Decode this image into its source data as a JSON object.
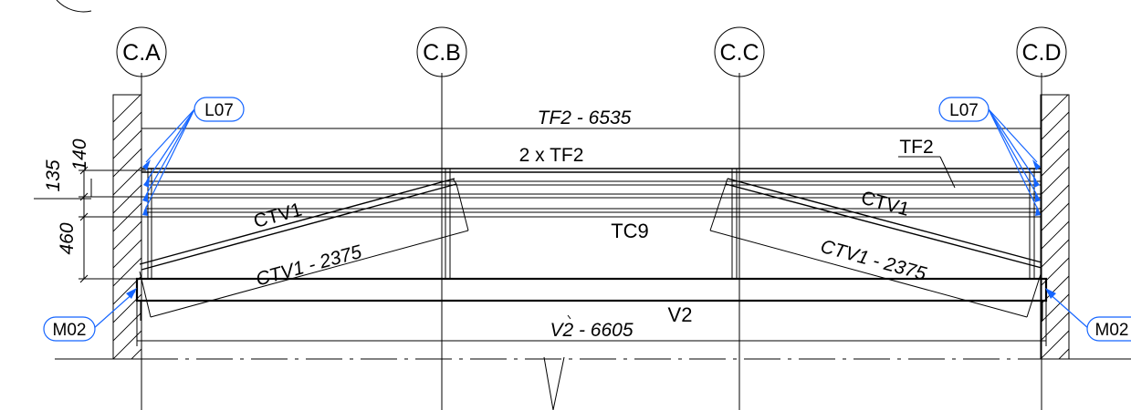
{
  "axes": [
    "C.A",
    "C.B",
    "C.C",
    "C.D"
  ],
  "labels": {
    "tf2_dim": "TF2  -  6535",
    "tf2_pair": "2 x TF2",
    "tf2_right": "TF2",
    "tc9": "TC9",
    "ctv1_left": "CTV1",
    "ctv1_right": "CTV1",
    "ctv1_dim_left": "CTV1  -  2375",
    "ctv1_dim_right": "CTV1  -  2375",
    "v2": "V2",
    "v2_dim": "V2  -  6605"
  },
  "tags": {
    "l07_left": "L07",
    "l07_right": "L07",
    "m02_left": "M02",
    "m02_right": "M02"
  },
  "dimensions": {
    "d135": "135",
    "d140": "140",
    "d460": "460"
  },
  "colors": {
    "line": "#000000",
    "callout": "#1565ff"
  }
}
